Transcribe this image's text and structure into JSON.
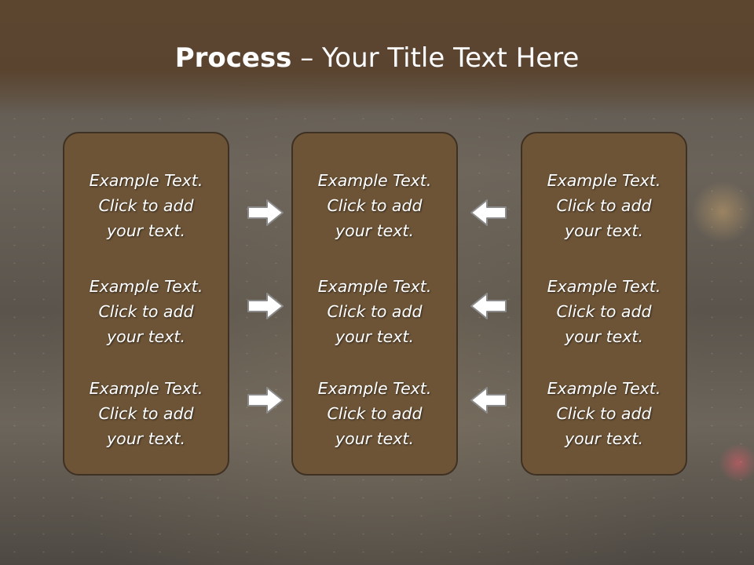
{
  "slide": {
    "title_bold": "Process",
    "title_rest": " – Your Title Text Here"
  },
  "panels": [
    {
      "blocks": [
        {
          "line1": "Example Text.",
          "line2": "Click  to add",
          "line3": "your text."
        },
        {
          "line1": "Example Text.",
          "line2": "Click  to add",
          "line3": "your text."
        },
        {
          "line1": "Example Text.",
          "line2": "Click  to add",
          "line3": "your text."
        }
      ]
    },
    {
      "blocks": [
        {
          "line1": "Example Text.",
          "line2": "Click  to add",
          "line3": "your text."
        },
        {
          "line1": "Example Text.",
          "line2": "Click  to add",
          "line3": "your text."
        },
        {
          "line1": "Example Text.",
          "line2": "Click  to add",
          "line3": "your text."
        }
      ]
    },
    {
      "blocks": [
        {
          "line1": "Example Text.",
          "line2": "Click  to add",
          "line3": "your text."
        },
        {
          "line1": "Example Text.",
          "line2": "Click  to add",
          "line3": "your text."
        },
        {
          "line1": "Example Text.",
          "line2": "Click  to add",
          "line3": "your text."
        }
      ]
    }
  ],
  "arrows": {
    "left_column_direction": "right",
    "right_column_direction": "left",
    "fill_color": "#ffffff",
    "stroke_color": "#8a8a8a"
  },
  "colors": {
    "title_band": "#5a4430",
    "panel_fill": "#6d5437",
    "panel_border": "#3e3022",
    "text": "#ffffff"
  }
}
